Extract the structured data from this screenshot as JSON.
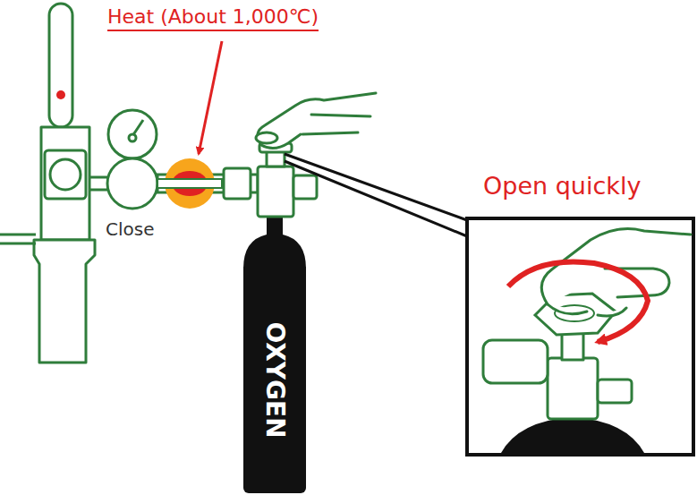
{
  "diagram": {
    "nodes": [
      {
        "text": [
          "OXYGEN"
        ]
      }
    ],
    "labels": [
      "Heat (About 1,000℃)",
      "Close",
      "Open quickly"
    ]
  }
}
